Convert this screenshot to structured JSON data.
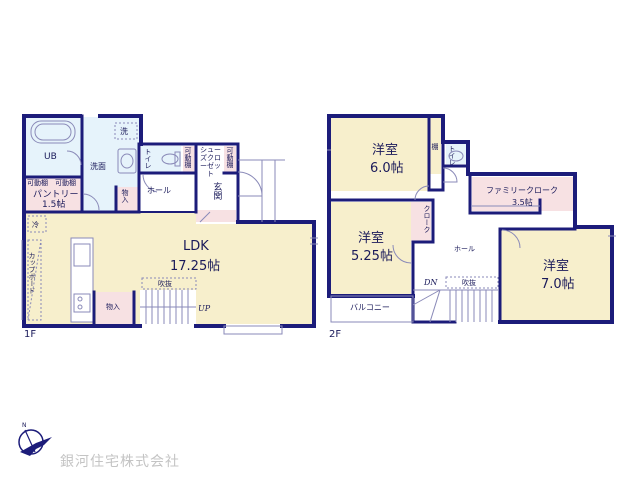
{
  "colors": {
    "wall": "#1c1c7a",
    "living_fill": "#f7efcc",
    "wet_fill": "#e6f3fb",
    "storage_fill": "#f7e1e3",
    "hall_fill": "#ffffff",
    "thin_line": "#8a8ab8",
    "label_text": "#1a1a5a",
    "company_text": "#c4c4c4"
  },
  "floor1": {
    "tag": "1F",
    "rooms": {
      "ub": "UB",
      "wash": "洗",
      "washroom": "洗面",
      "toilet": "トイレ",
      "shelf_left": "可動棚",
      "shoe_closet": "シューズクローゼット",
      "shelf_right": "可動棚",
      "storage_small": "物入",
      "hall": "ホール",
      "entrance": "玄関",
      "pantry_shelf_1": "可動棚",
      "pantry_shelf_2": "可動棚",
      "pantry_name": "パントリー",
      "pantry_size": "1.5帖",
      "fridge": "冷",
      "cupboard": "カップボード",
      "ldk_name": "LDK",
      "ldk_size": "17.25帖",
      "storage_kitchen": "物入",
      "void": "吹抜",
      "stairs_up": "UP"
    }
  },
  "floor2": {
    "tag": "2F",
    "rooms": {
      "west_room_name": "洋室",
      "west_room_size": "6.0帖",
      "shelf": "棚",
      "toilet": "トイレ",
      "family_closet_name": "ファミリークローク",
      "family_closet_size": "3.5帖",
      "closet": "クローク",
      "mid_room_name": "洋室",
      "mid_room_size": "5.25帖",
      "hall": "ホール",
      "east_room_name": "洋室",
      "east_room_size": "7.0帖",
      "stairs_down": "DN",
      "void": "吹抜",
      "balcony": "バルコニー"
    }
  },
  "footer": {
    "compass_label": "N",
    "company": "銀河住宅株式会社"
  }
}
